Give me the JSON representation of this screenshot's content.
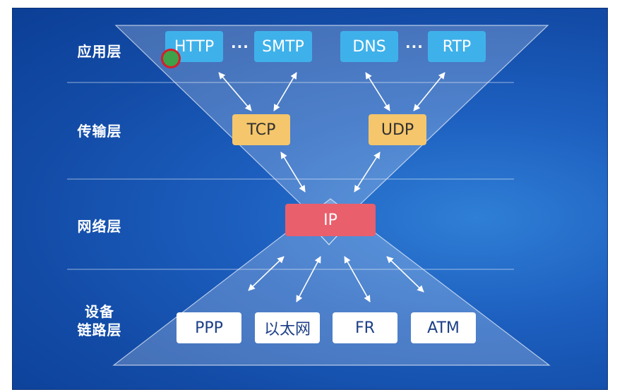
{
  "layers": {
    "application": "应用层",
    "transport": "传输层",
    "network": "网络层",
    "link_line1": "设备",
    "link_line2": "链路层"
  },
  "application_protocols": [
    "HTTP",
    "SMTP",
    "DNS",
    "RTP"
  ],
  "ellipsis": "···",
  "transport_protocols": [
    "TCP",
    "UDP"
  ],
  "network_protocol": "IP",
  "link_protocols": [
    "PPP",
    "以太网",
    "FR",
    "ATM"
  ],
  "colors": {
    "application_box": "#3fb1ea",
    "transport_box": "#f5c66c",
    "network_box": "#e95f6c",
    "link_box": "#ffffff",
    "background": "#1d5fbf"
  }
}
